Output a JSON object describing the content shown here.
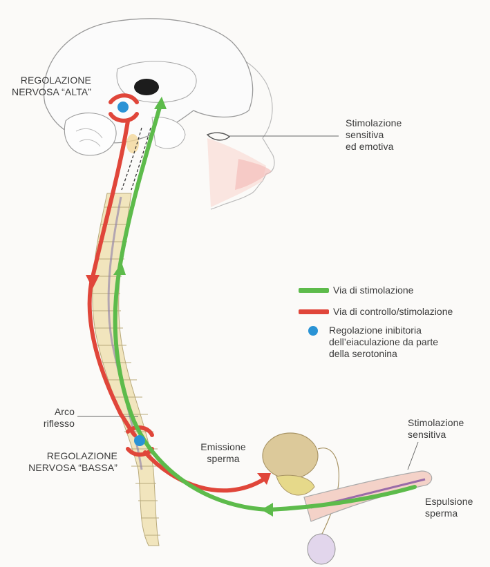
{
  "colors": {
    "stimulation": "#5dbb4b",
    "control": "#e0463a",
    "serotonin": "#2a93d5",
    "spine": "#efe3b8",
    "skin": "#f7d9d2"
  },
  "labels": {
    "high_regulation": "REGOLAZIONE\nNERVOSA “ALTA”",
    "sensory_emotional": "Stimolazione\nsensitiva\ned emotiva",
    "reflex_arc": "Arco\nriflesso",
    "low_regulation": "REGOLAZIONE\nNERVOSA “BASSA”",
    "emission": "Emissione\nsperma",
    "sensory": "Stimolazione\nsensitiva",
    "expulsion": "Espulsione\nsperma"
  },
  "legend": {
    "stimulation_path": "Via di stimolazione",
    "control_path": "Via di controllo/stimolazione",
    "inhibitory": "Regolazione inibitoria\ndell’eiaculazione da parte\ndella serotonina"
  }
}
